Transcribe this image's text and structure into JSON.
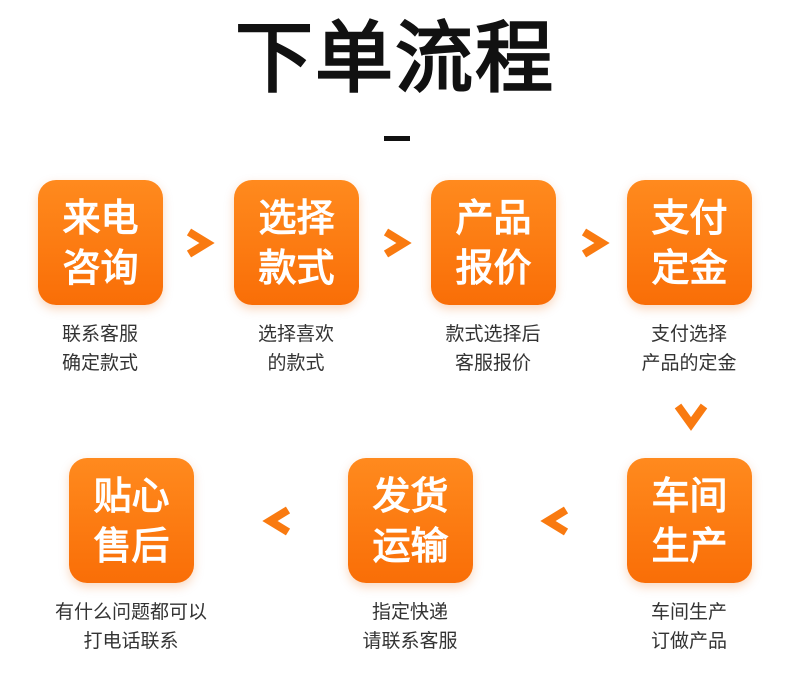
{
  "title": "下单流程",
  "steps": [
    {
      "line1": "来电",
      "line2": "咨询",
      "desc1": "联系客服",
      "desc2": "确定款式"
    },
    {
      "line1": "选择",
      "line2": "款式",
      "desc1": "选择喜欢",
      "desc2": "的款式"
    },
    {
      "line1": "产品",
      "line2": "报价",
      "desc1": "款式选择后",
      "desc2": "客服报价"
    },
    {
      "line1": "支付",
      "line2": "定金",
      "desc1": "支付选择",
      "desc2": "产品的定金"
    },
    {
      "line1": "车间",
      "line2": "生产",
      "desc1": "车间生产",
      "desc2": "订做产品"
    },
    {
      "line1": "发货",
      "line2": "运输",
      "desc1": "指定快递",
      "desc2": "请联系客服"
    },
    {
      "line1": "贴心",
      "line2": "售后",
      "desc1": "有什么问题都可以",
      "desc2": "打电话联系"
    }
  ],
  "colors": {
    "accent": "#f97a10",
    "title": "#111111",
    "text": "#333333"
  }
}
